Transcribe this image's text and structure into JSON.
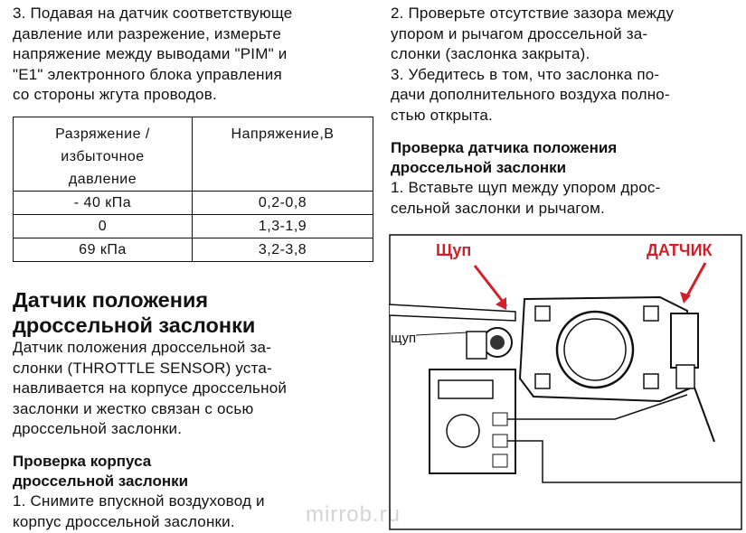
{
  "left": {
    "step3": [
      "3. Подавая на датчик соответствующе",
      "давление или разрежение, измерьте",
      "напряжение между выводами \"PIM\" и",
      "\"E1\" электронного блока управления",
      "со стороны жгута проводов."
    ],
    "table": {
      "headers": [
        "Разряжение / избыточное давление",
        "Напряжение,В"
      ],
      "header_lines": [
        "Разряжение /",
        "избыточное",
        "давление"
      ],
      "rows": [
        [
          "- 40 кПа",
          "0,2-0,8"
        ],
        [
          "0",
          "1,3-1,9"
        ],
        [
          "69 кПа",
          "3,2-3,8"
        ]
      ]
    },
    "heading": [
      "Датчик положения",
      "дроссельной заслонки"
    ],
    "intro": [
      "Датчик положения дроссельной за-",
      "слонки (THROTTLE SENSOR) уста-",
      "навливается на корпусе дроссельной",
      "заслонки и жестко связан с осью",
      "дроссельной заслонки."
    ],
    "subheading": [
      "Проверка корпуса",
      "дроссельной заслонки"
    ],
    "step1": [
      "1. Снимите впускной воздуховод и",
      "корпус дроссельной заслонки."
    ]
  },
  "right": {
    "step2": [
      "2. Проверьте отсутствие зазора между",
      "упором и рычагом дроссельной за-",
      "слонки (заслонка закрыта)."
    ],
    "step3": [
      "3. Убедитесь в том, что заслонка по-",
      "дачи дополнительного воздуха полно-",
      "стью открыта."
    ],
    "subheading": [
      "Проверка датчика положения",
      "дроссельной заслонки"
    ],
    "step1": [
      "1. Вставьте щуп между упором дрос-",
      "сельной заслонки и рычагом."
    ]
  },
  "figure": {
    "label_probe": "Щуп",
    "label_sensor": "ДАТЧИК",
    "label_small": "щуп",
    "accent_color": "#d2202a"
  },
  "watermark": "mirrob.ru"
}
